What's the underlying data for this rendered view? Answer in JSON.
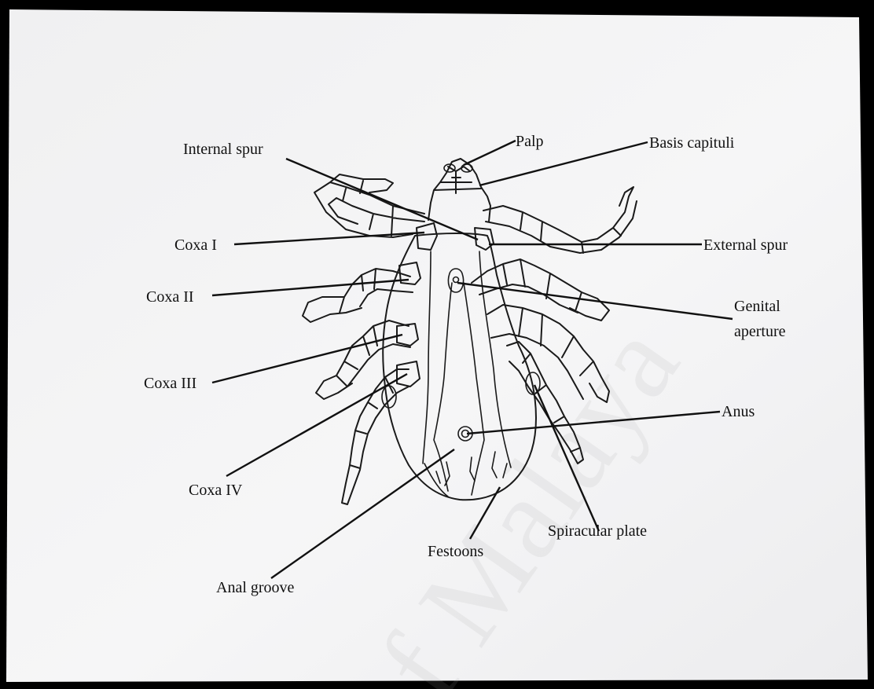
{
  "labels": {
    "palp": "Palp",
    "basis_capituli": "Basis capituli",
    "internal_spur": "Internal spur",
    "coxa_i": "Coxa I",
    "external_spur": "External spur",
    "coxa_ii": "Coxa II",
    "genital_line1": "Genital",
    "genital_line2": "aperture",
    "coxa_iii": "Coxa III",
    "anus": "Anus",
    "coxa_iv": "Coxa IV",
    "spiracular_plate": "Spiracular plate",
    "festoons": "Festoons",
    "anal_groove": "Anal groove"
  },
  "watermark": "f Malaya"
}
